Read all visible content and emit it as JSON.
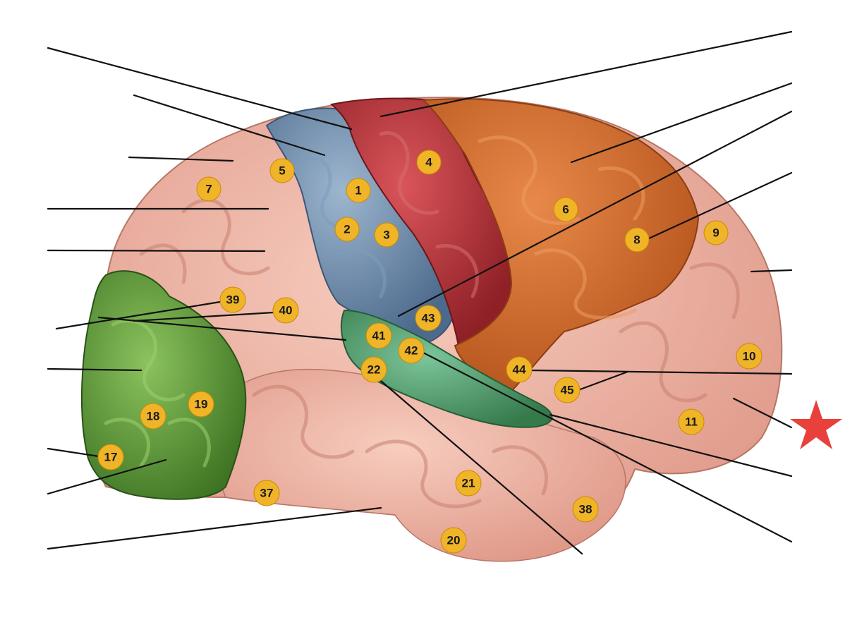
{
  "figure": {
    "title": "",
    "badge_color": "#f0b429",
    "region_colors": {
      "primary_somatosensory": "#6f8fb0",
      "primary_motor": "#b8383c",
      "premotor": "#cf6e2e",
      "visual": "#5e9a3a",
      "auditory": "#4f9e6a",
      "association": "#f0b3a3"
    },
    "marker": {
      "icon": "star-icon",
      "color": "#e8413b"
    },
    "badges": [
      {
        "id": "badge-1",
        "label": "1"
      },
      {
        "id": "badge-2",
        "label": "2"
      },
      {
        "id": "badge-3",
        "label": "3"
      },
      {
        "id": "badge-4",
        "label": "4"
      },
      {
        "id": "badge-5",
        "label": "5"
      },
      {
        "id": "badge-6",
        "label": "6"
      },
      {
        "id": "badge-7",
        "label": "7"
      },
      {
        "id": "badge-8",
        "label": "8"
      },
      {
        "id": "badge-9",
        "label": "9"
      },
      {
        "id": "badge-10",
        "label": "10"
      },
      {
        "id": "badge-11",
        "label": "11"
      },
      {
        "id": "badge-17",
        "label": "17"
      },
      {
        "id": "badge-18",
        "label": "18"
      },
      {
        "id": "badge-19",
        "label": "19"
      },
      {
        "id": "badge-20",
        "label": "20"
      },
      {
        "id": "badge-21",
        "label": "21"
      },
      {
        "id": "badge-22",
        "label": "22"
      },
      {
        "id": "badge-37",
        "label": "37"
      },
      {
        "id": "badge-38",
        "label": "38"
      },
      {
        "id": "badge-39",
        "label": "39"
      },
      {
        "id": "badge-40",
        "label": "40"
      },
      {
        "id": "badge-41",
        "label": "41"
      },
      {
        "id": "badge-42",
        "label": "42"
      },
      {
        "id": "badge-43",
        "label": "43"
      },
      {
        "id": "badge-44",
        "label": "44"
      },
      {
        "id": "badge-45",
        "label": "45"
      }
    ]
  }
}
